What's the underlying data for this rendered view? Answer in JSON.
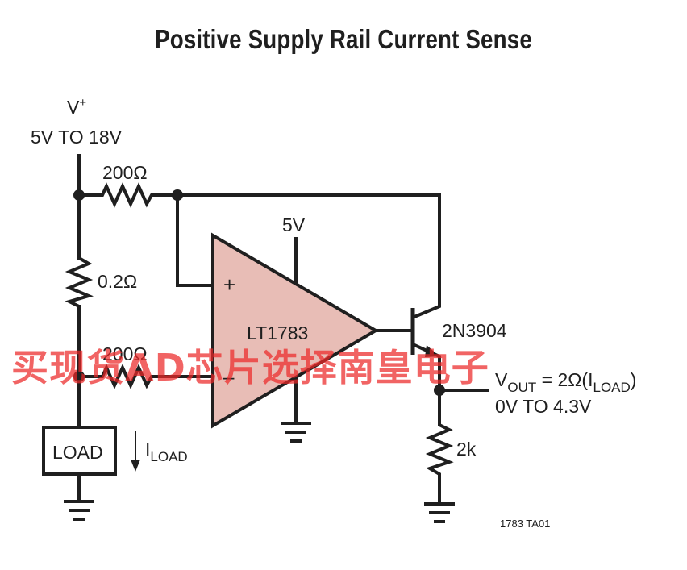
{
  "title": "Positive Supply Rail Current Sense",
  "labels": {
    "vplus_v": "V",
    "vplus_sup": "+",
    "supply_range": "5V TO 18V",
    "r_top": "200Ω",
    "r_sense": "0.2Ω",
    "r_bottom": "200Ω",
    "opamp_supply": "5V",
    "opamp_name": "LT1783",
    "plus_sign": "+",
    "minus_sign": "–",
    "transistor": "2N3904",
    "vout_v": "V",
    "vout_sub": "OUT",
    "vout_mid": " = 2Ω(I",
    "vout_load_sub": "LOAD",
    "vout_end": ")",
    "vout_range": "0V TO 4.3V",
    "r_out": "2k",
    "load_box": "LOAD",
    "iload_i": "I",
    "iload_sub": "LOAD",
    "figure_id": "1783 TA01"
  },
  "watermark": "买现货AD芯片选择南皇电子",
  "colors": {
    "opamp_fill": "#e8bdb6",
    "line": "#1f1f1f",
    "watermark": "#ec2828"
  }
}
